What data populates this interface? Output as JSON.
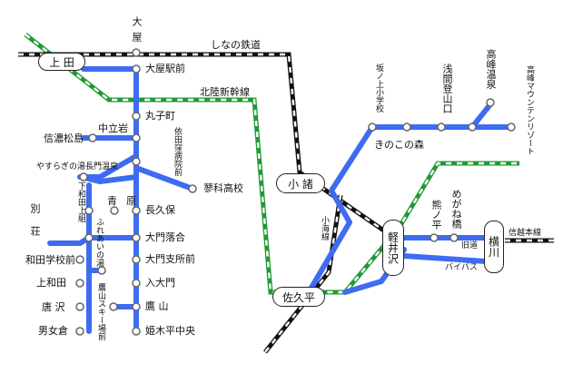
{
  "rail_lines": {
    "shinano": "しなの鉄道",
    "hokuriku": "北陸新幹線",
    "koumi": "小海線",
    "shinetsu": "信越本線"
  },
  "terminals": {
    "ueda": "上 田",
    "komoro": "小 諸",
    "saku_daira": "佐久平",
    "karuizawa": "軽井沢",
    "yokokawa": "横川"
  },
  "stops": {
    "oya": "大屋",
    "oya_eki_mae": "大屋駅前",
    "marukocho": "丸子町",
    "nakatateiwa": "中立岩",
    "shinano_matsushima": "信濃松島",
    "yasuragi": "やすらぎの湯長門温泉",
    "yoda_kubo": "依田窪病院前",
    "tateshina_koko": "蓼科高校",
    "nagakubo": "長久保",
    "aohara": "青原",
    "daimon_ochiai": "大門落合",
    "daimon_shishomae": "大門支所前",
    "iri_daimon": "入大門",
    "takayama": "鷹 山",
    "himekidaira": "姫木平中央",
    "bessho": "別荘",
    "shimowada_kami": "下和田上組",
    "fureai": "ふれあいの湯",
    "wada_gakko": "和田学校前",
    "kamiwada": "上和田",
    "karasawa": "唐 沢",
    "omegura": "男女倉",
    "takayama_ski": "鷹山スキー場前",
    "sakanoue": "坂ノ上小学校",
    "asama_tozanguchi": "浅間登山口",
    "takamine_onsen": "高峰温泉",
    "takamine_resort": "高峰マウンテンリゾート",
    "kinoko_no_mori": "きのこの森",
    "kumanotaira": "熊ノ平",
    "meganebashi": "めがね橋",
    "kyudo": "旧道",
    "bypass": "バイパス"
  },
  "colors": {
    "bus_route": "#3d6cf2",
    "shinkansen_green": "#1f9a34",
    "rail_black": "#111111"
  }
}
